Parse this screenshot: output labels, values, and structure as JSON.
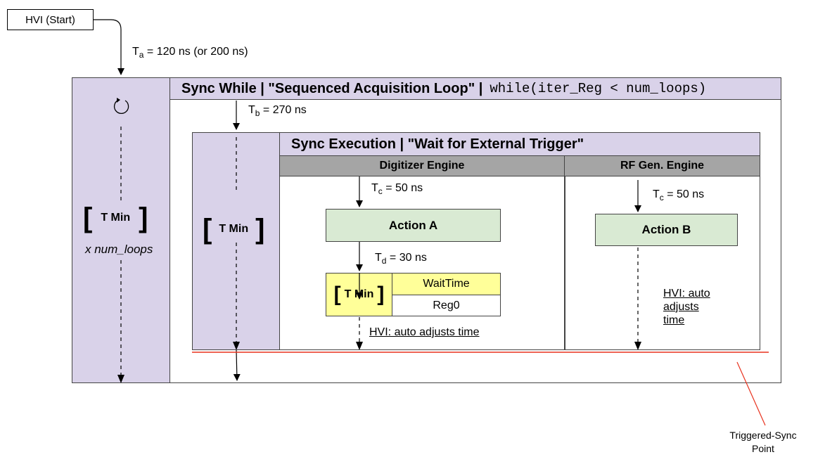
{
  "start": {
    "label": "HVI (Start)"
  },
  "timings": {
    "ta": {
      "prefix": "T",
      "sub": "a",
      "value": " = 120 ns  (or 200 ns)"
    },
    "tb": {
      "prefix": "T",
      "sub": "b",
      "value": " = 270 ns"
    },
    "tc1": {
      "prefix": "T",
      "sub": "c",
      "value": " = 50 ns"
    },
    "tc2": {
      "prefix": "T",
      "sub": "c",
      "value": " = 50 ns"
    },
    "td": {
      "prefix": "T",
      "sub": "d",
      "value": " = 30 ns"
    }
  },
  "sync_while": {
    "title": "Sync While | \"Sequenced Acquisition Loop\" |",
    "condition": "while(iter_Reg < num_loops)",
    "tmin_label": "T Min",
    "multiplier": "x num_loops",
    "loop_icon": "loop-icon"
  },
  "sync_exec": {
    "title": "Sync Execution | \"Wait for External Trigger\"",
    "tmin_label": "T Min"
  },
  "digitizer": {
    "header": "Digitizer Engine",
    "action": "Action A",
    "wait_tmin": "T Min",
    "wait_time": "WaitTime",
    "reg": "Reg0",
    "note": "HVI: auto adjusts time"
  },
  "rfgen": {
    "header": "RF Gen. Engine",
    "action": "Action B",
    "note_lines": [
      "HVI: auto",
      "adjusts",
      "time"
    ]
  },
  "sync_point": {
    "label_lines": [
      "Triggered-Sync",
      "Point"
    ]
  },
  "colors": {
    "lavender": "#d9d2e9",
    "green": "#d9ead3",
    "yellow": "#ffff99",
    "gray": "#a5a5a5",
    "sync_line": "#e8321e"
  }
}
